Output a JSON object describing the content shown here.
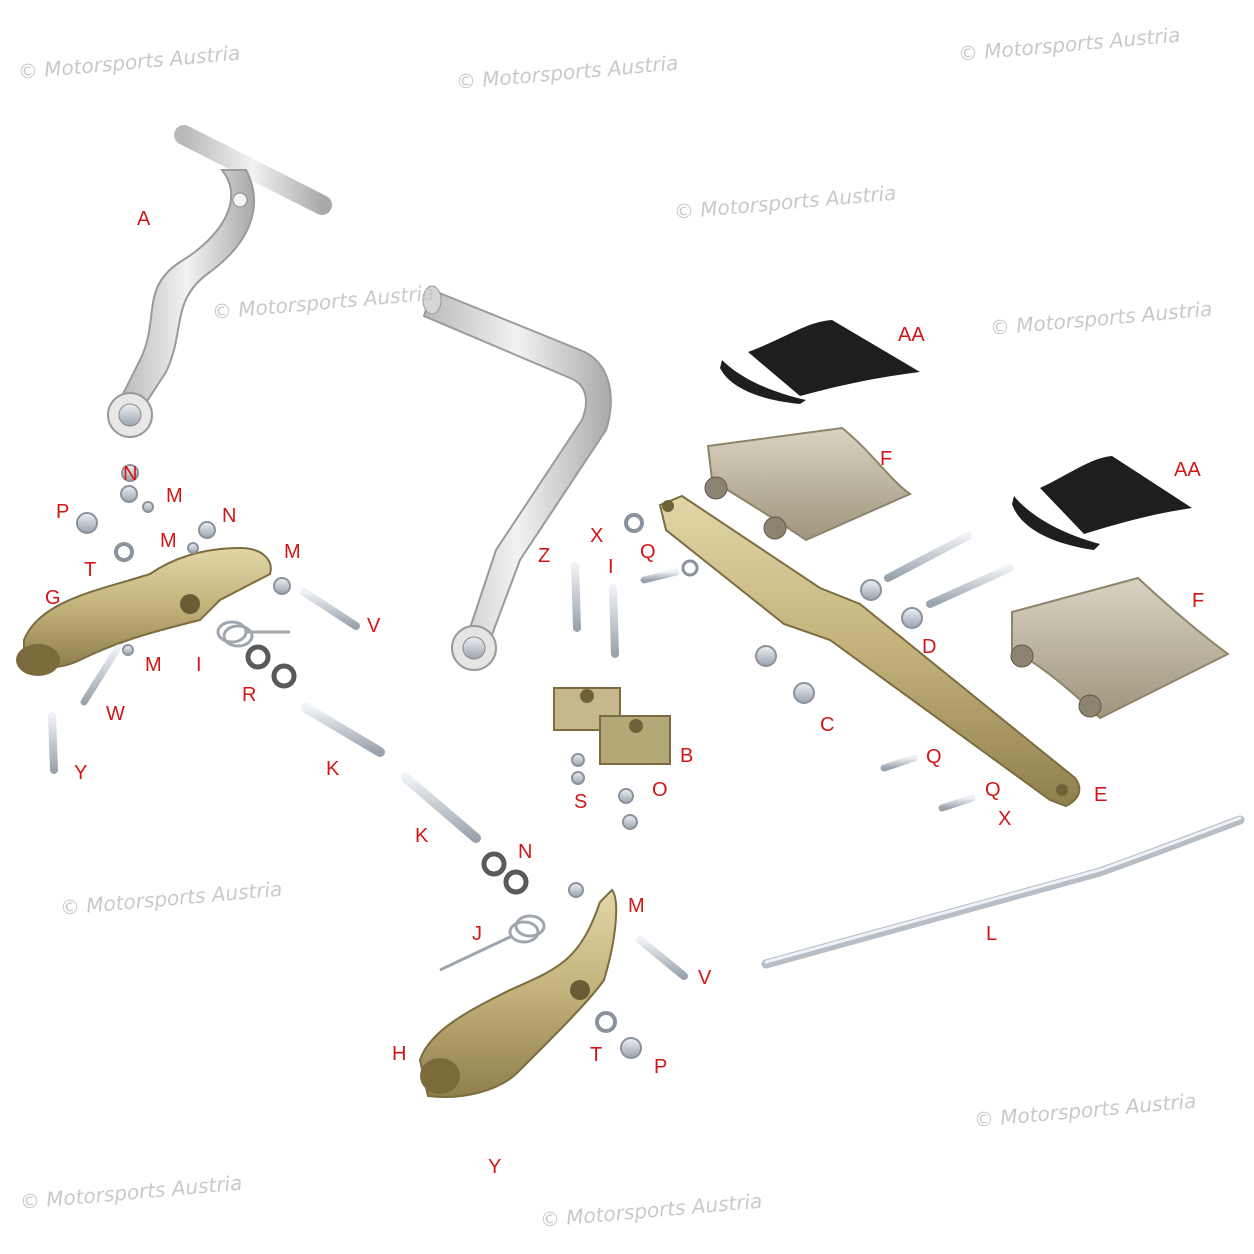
{
  "watermark": "© Motorsports Austria",
  "colors": {
    "label": "#d21616",
    "watermark": "#c9c9c9",
    "aluminium": "#d8d8d8",
    "bronze": "#c2b17a",
    "rubber": "#1e1e1e",
    "pedal_plate": "#b9b19c",
    "zinc": "#c9cfd6"
  },
  "labels": [
    "A",
    "AA",
    "AA",
    "F",
    "F",
    "N",
    "M",
    "P",
    "N",
    "M",
    "M",
    "T",
    "G",
    "V",
    "I",
    "M",
    "R",
    "W",
    "Y",
    "Z",
    "X",
    "I",
    "Q",
    "D",
    "C",
    "B",
    "K",
    "S",
    "O",
    "Q",
    "Q",
    "X",
    "E",
    "K",
    "N",
    "M",
    "J",
    "V",
    "L",
    "T",
    "P",
    "H",
    "Y"
  ]
}
